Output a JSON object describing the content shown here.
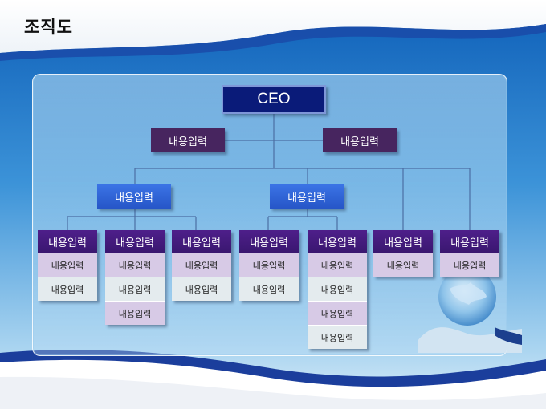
{
  "title": "조직도",
  "ceo": "CEO",
  "level1": [
    "내용입력",
    "내용입력"
  ],
  "level2": [
    "내용입력",
    "내용입력"
  ],
  "columns": [
    {
      "head": "내용입력",
      "cells": [
        "내용입력",
        "내용입력"
      ]
    },
    {
      "head": "내용입력",
      "cells": [
        "내용입력",
        "내용입력",
        "내용입력"
      ]
    },
    {
      "head": "내용입력",
      "cells": [
        "내용입력",
        "내용입력"
      ]
    },
    {
      "head": "내용입력",
      "cells": [
        "내용입력",
        "내용입력"
      ]
    },
    {
      "head": "내용입력",
      "cells": [
        "내용입력",
        "내용입력",
        "내용입력",
        "내용입력"
      ]
    },
    {
      "head": "내용입력",
      "cells": [
        "내용입력"
      ]
    },
    {
      "head": "내용입력",
      "cells": [
        "내용입력"
      ]
    }
  ],
  "colors": {
    "ceo": "#0a1b79",
    "level1": "#47255f",
    "level2": "#2e62d6",
    "head": "#4e1f8a",
    "cell_a": "#d7cae6",
    "cell_b": "#e4ebee",
    "background": "#1f7fcf"
  }
}
